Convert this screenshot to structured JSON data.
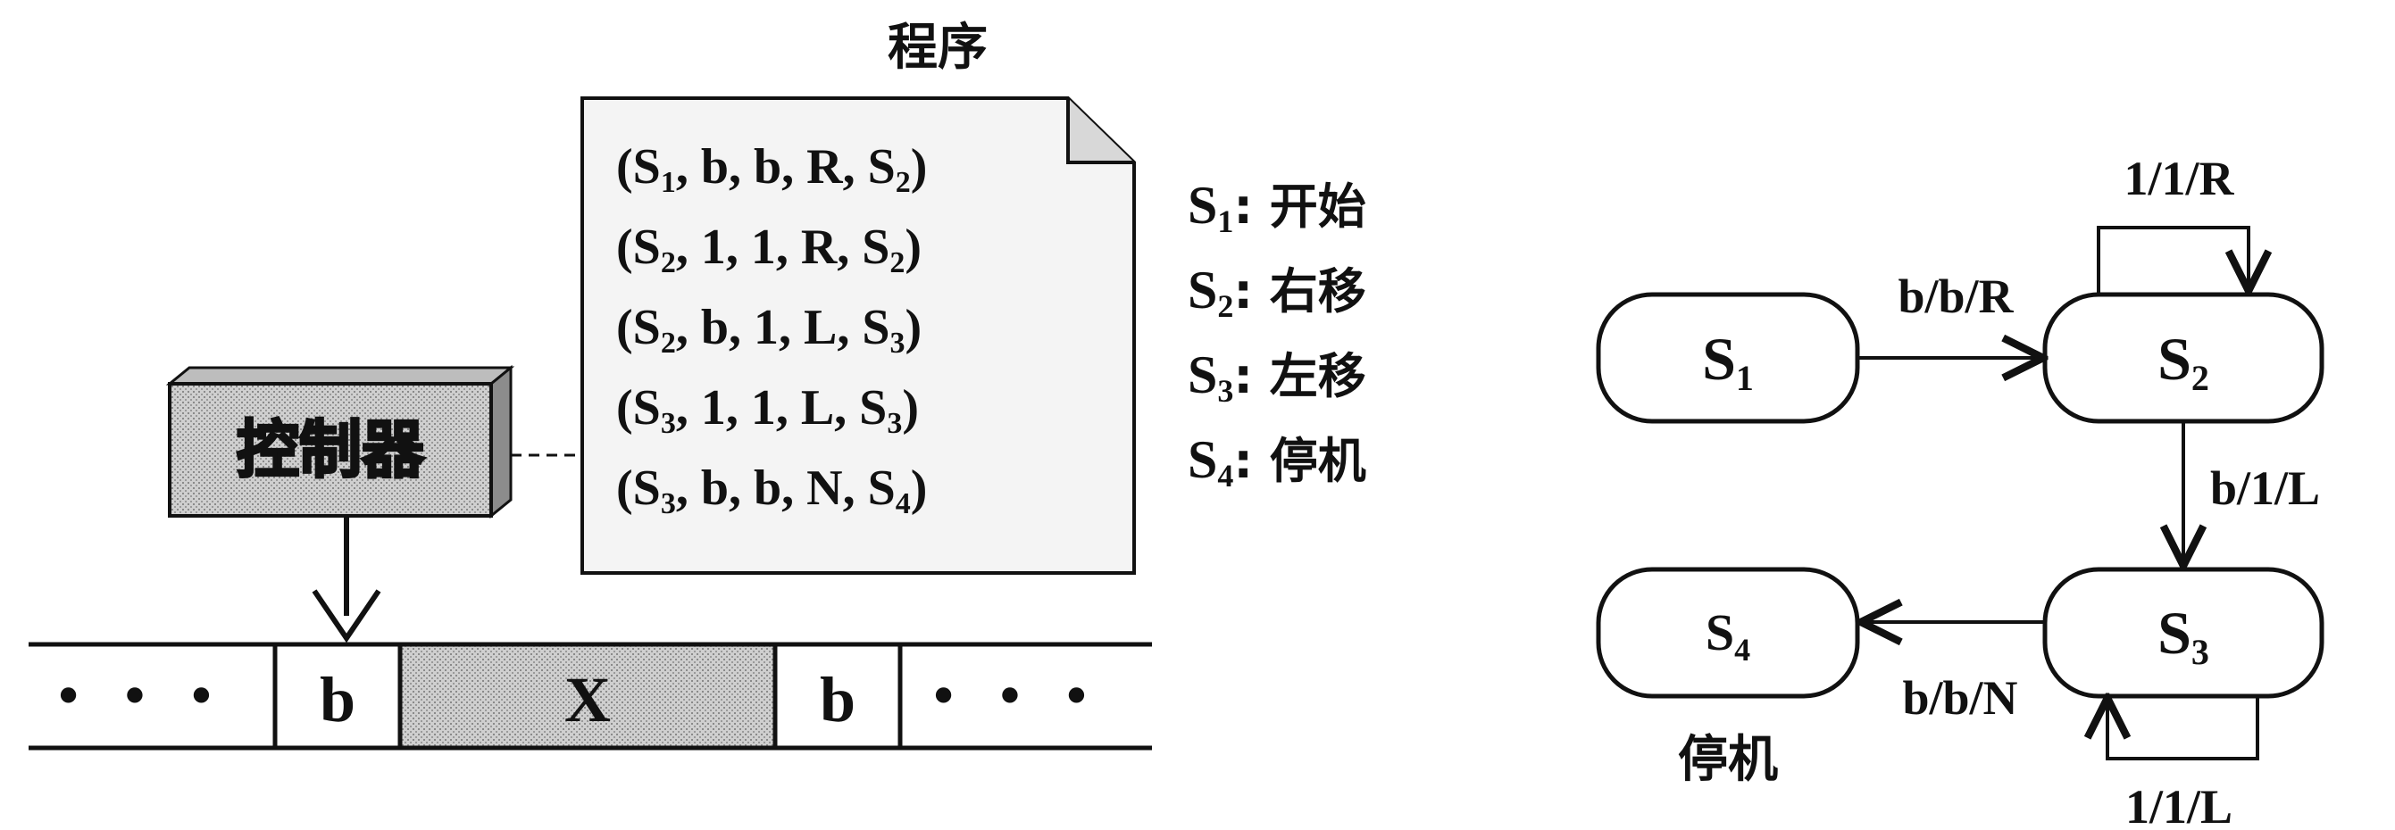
{
  "program": {
    "title": "程序",
    "rules": [
      {
        "state": "S",
        "state_sub": "1",
        "read": "b",
        "write": "b",
        "move": "R",
        "next": "S",
        "next_sub": "2"
      },
      {
        "state": "S",
        "state_sub": "2",
        "read": "1",
        "write": "1",
        "move": "R",
        "next": "S",
        "next_sub": "2"
      },
      {
        "state": "S",
        "state_sub": "2",
        "read": "b",
        "write": "1",
        "move": "L",
        "next": "S",
        "next_sub": "3"
      },
      {
        "state": "S",
        "state_sub": "3",
        "read": "1",
        "write": "1",
        "move": "L",
        "next": "S",
        "next_sub": "3"
      },
      {
        "state": "S",
        "state_sub": "3",
        "read": "b",
        "write": "b",
        "move": "N",
        "next": "S",
        "next_sub": "4"
      }
    ]
  },
  "legend": [
    {
      "state": "S",
      "sub": "1",
      "desc": ": 开始"
    },
    {
      "state": "S",
      "sub": "2",
      "desc": ": 右移"
    },
    {
      "state": "S",
      "sub": "3",
      "desc": ": 左移"
    },
    {
      "state": "S",
      "sub": "4",
      "desc": ": 停机"
    }
  ],
  "controller": {
    "label": "控制器"
  },
  "tape": {
    "left_dots": "• • •",
    "cells": [
      "b",
      "X",
      "b"
    ],
    "right_dots": "• • •"
  },
  "state_machine": {
    "states": [
      {
        "name": "S",
        "sub": "1"
      },
      {
        "name": "S",
        "sub": "2"
      },
      {
        "name": "S",
        "sub": "3"
      },
      {
        "name": "S",
        "sub": "4",
        "caption": "停机"
      }
    ],
    "transitions": [
      {
        "label": "b/b/R"
      },
      {
        "label": "1/1/R"
      },
      {
        "label": "b/1/L"
      },
      {
        "label": "1/1/L"
      },
      {
        "label": "b/b/N"
      }
    ]
  }
}
